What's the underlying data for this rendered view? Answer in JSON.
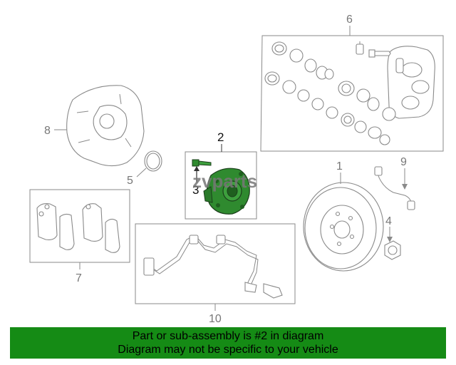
{
  "diagram": {
    "callouts": {
      "c1": "1",
      "c2": "2",
      "c3": "3",
      "c4": "4",
      "c5": "5",
      "c6": "6",
      "c7": "7",
      "c8": "8",
      "c9": "9",
      "c10": "10"
    },
    "watermark": "zvparts",
    "highlight_color": "#2f8a2f"
  },
  "banner": {
    "line1": "Part or sub-assembly is #2 in diagram",
    "line2": "Diagram may not be specific to your vehicle",
    "background": "#158b15"
  }
}
